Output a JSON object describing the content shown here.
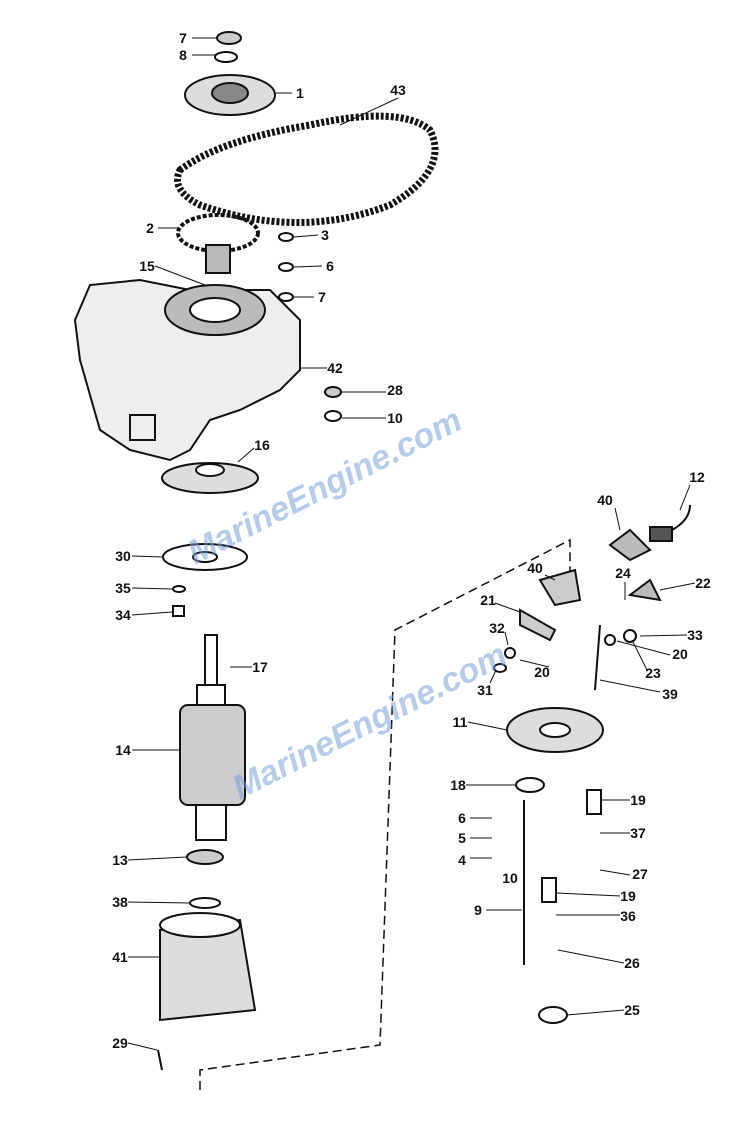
{
  "watermark": "MarineEngine.com",
  "labels": [
    "7",
    "8",
    "1",
    "43",
    "2",
    "3",
    "6",
    "7",
    "15",
    "42",
    "28",
    "10",
    "16",
    "30",
    "35",
    "34",
    "17",
    "14",
    "13",
    "38",
    "41",
    "29",
    "12",
    "40",
    "40",
    "24",
    "22",
    "21",
    "33",
    "32",
    "20",
    "20",
    "31",
    "23",
    "39",
    "11",
    "19",
    "18",
    "6",
    "37",
    "5",
    "4",
    "10",
    "27",
    "9",
    "19",
    "36",
    "26",
    "25"
  ]
}
